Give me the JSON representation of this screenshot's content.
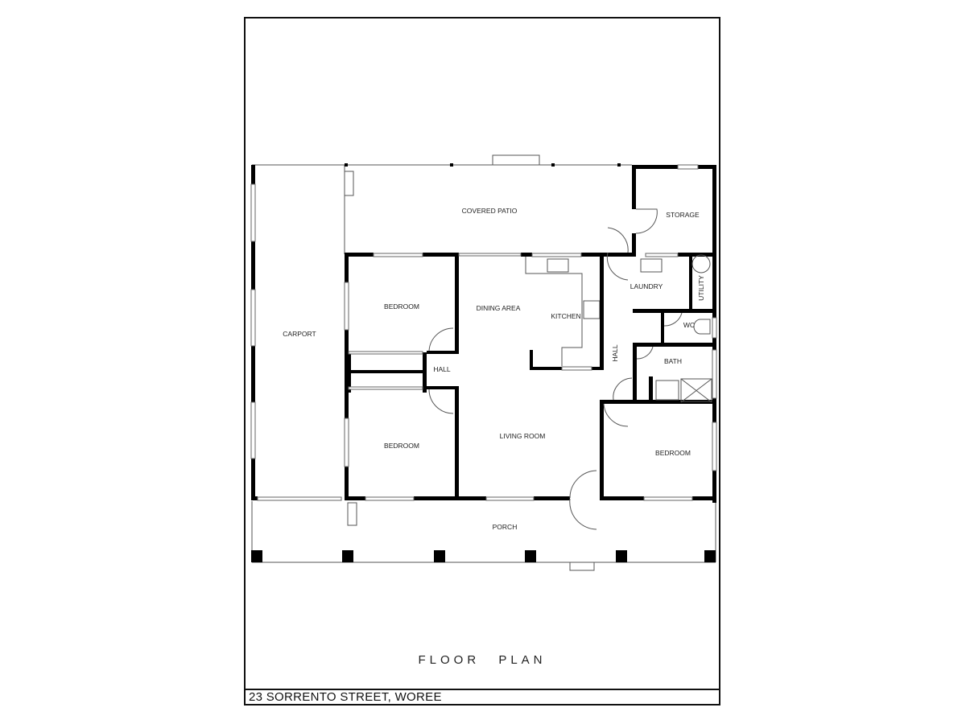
{
  "title": "FLOOR PLAN",
  "address": "23 SORRENTO STREET, WOREE",
  "rooms": {
    "covered_patio": "COVERED PATIO",
    "storage": "STORAGE",
    "carport": "CARPORT",
    "bedroom_1": "BEDROOM",
    "bedroom_2": "BEDROOM",
    "bedroom_3": "BEDROOM",
    "dining_area": "DINING AREA",
    "kitchen": "KITCHEN",
    "laundry": "LAUNDRY",
    "utility": "UTILITY",
    "wc": "WC",
    "bath": "BATH",
    "hall_1": "HALL",
    "hall_2": "HALL",
    "living_room": "LIVING ROOM",
    "porch": "PORCH"
  }
}
